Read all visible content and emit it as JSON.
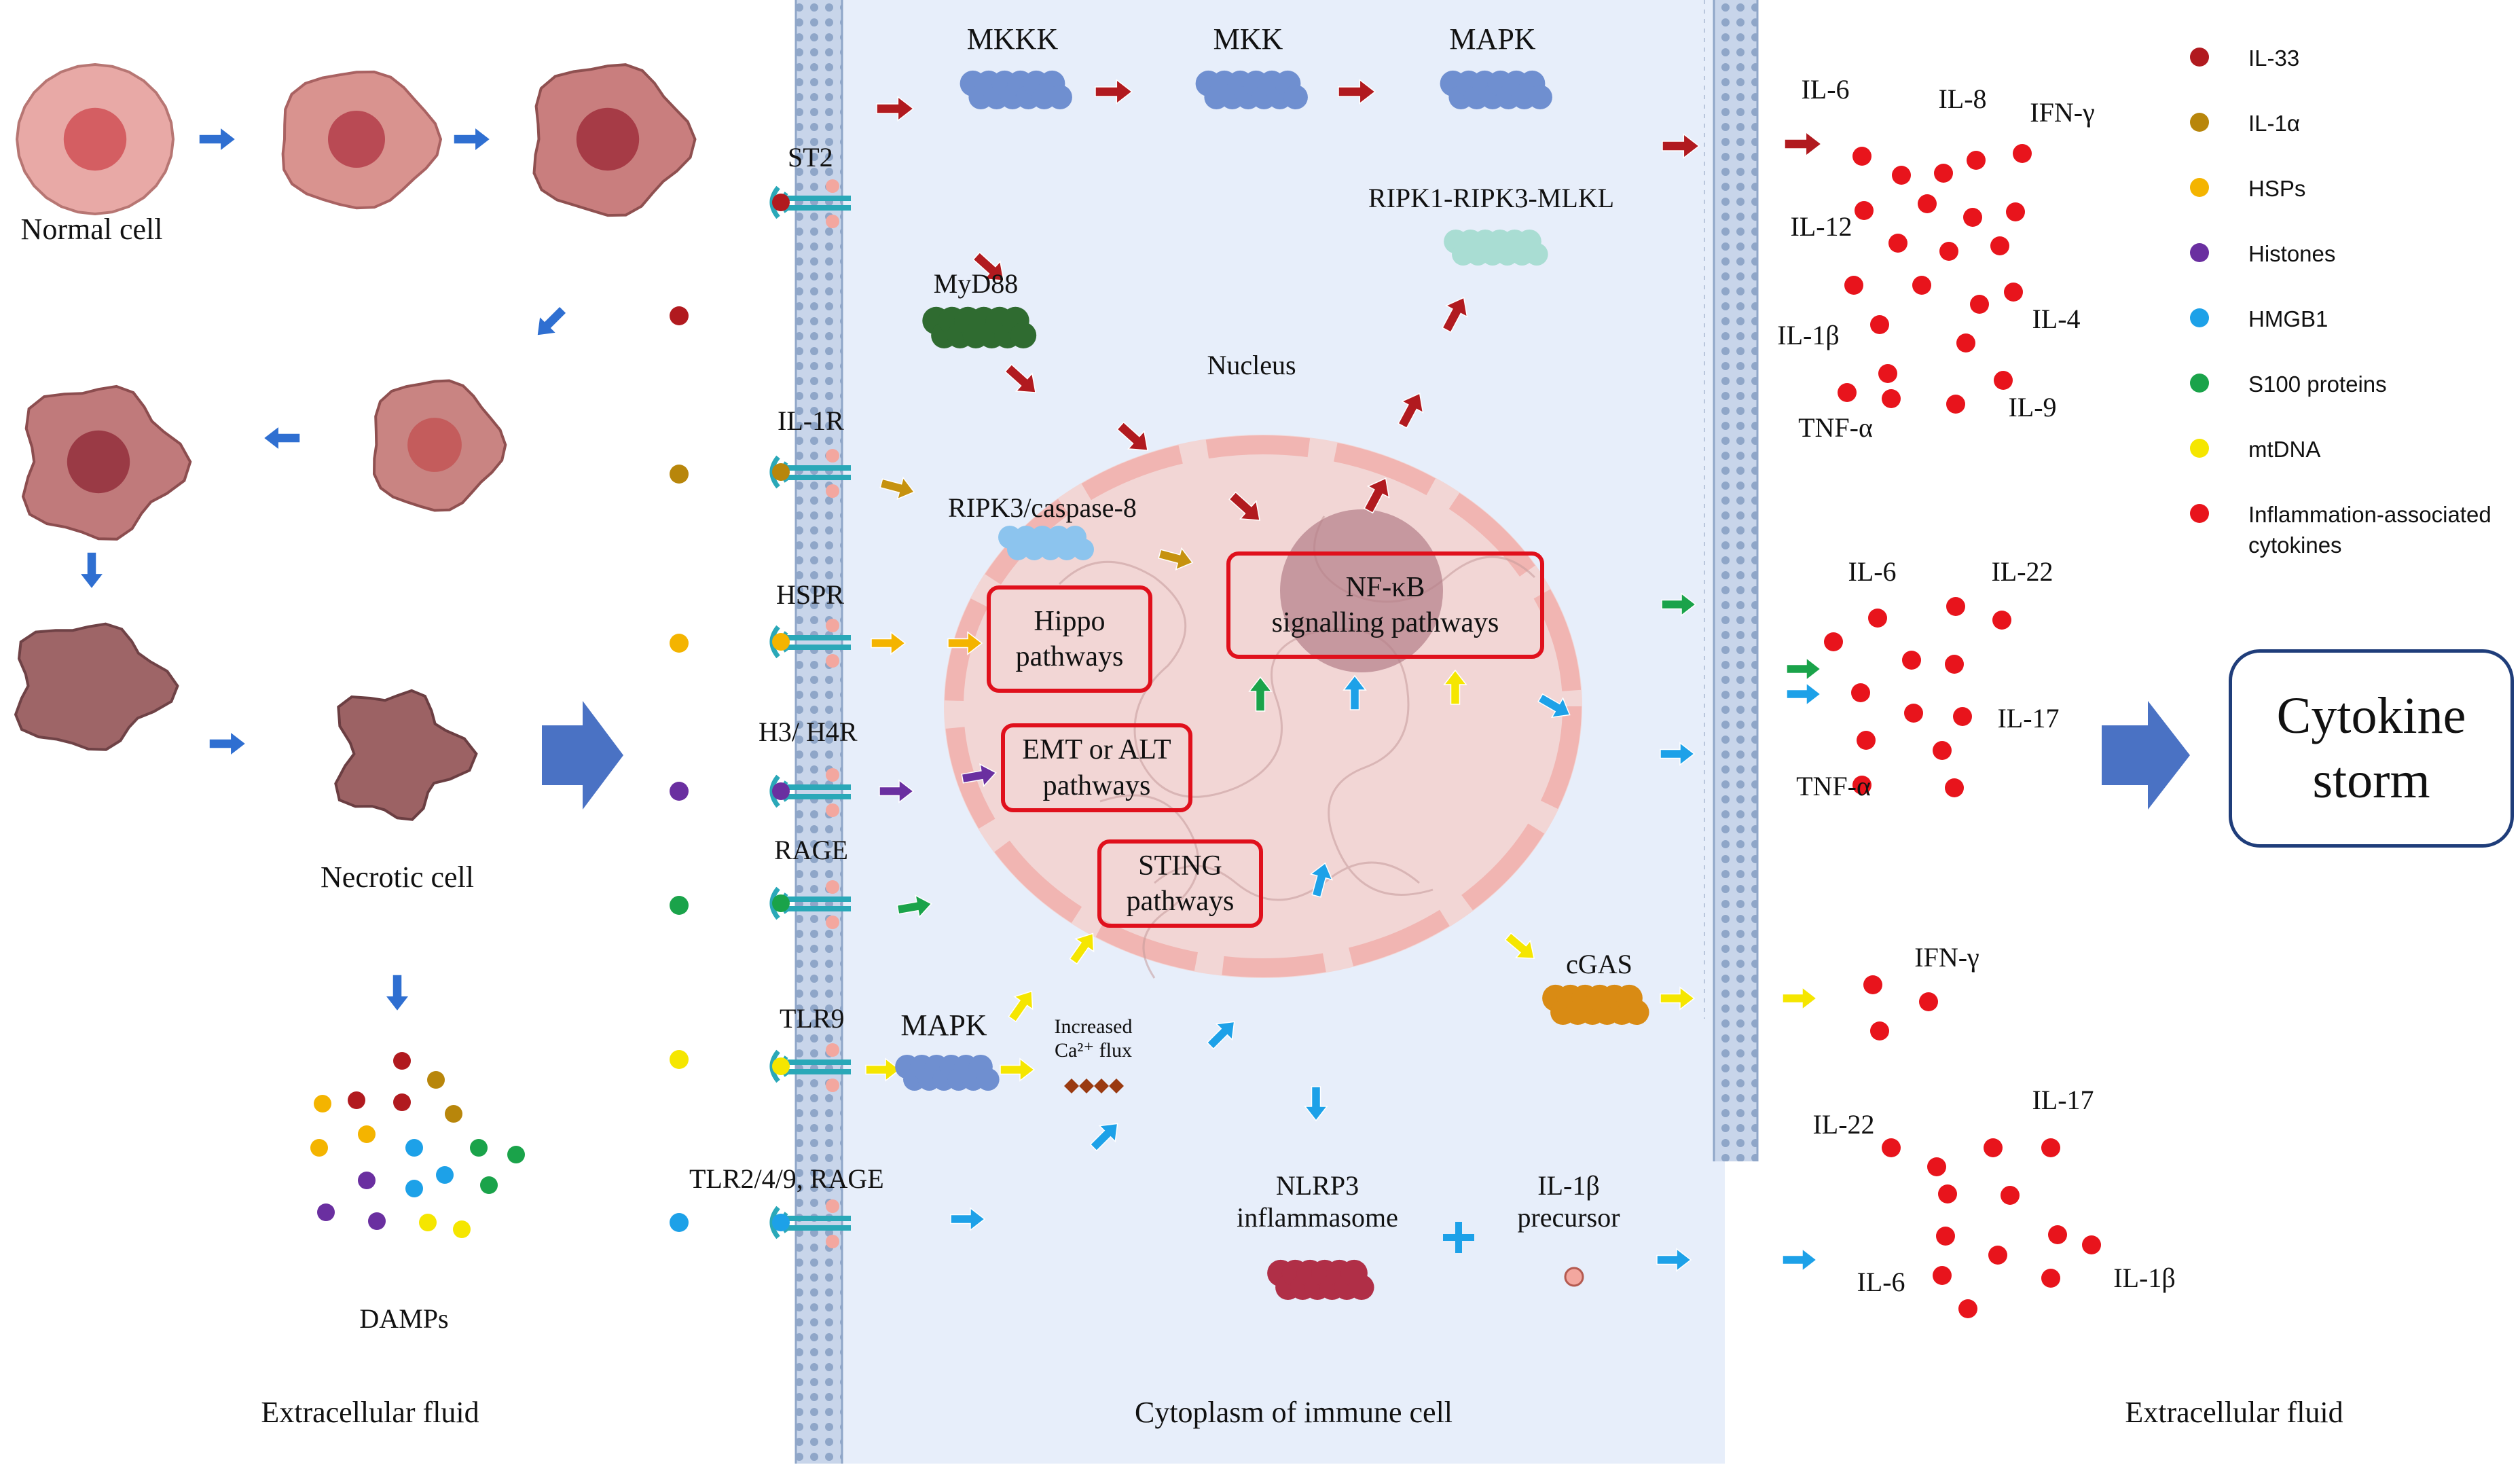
{
  "zones": {
    "left": "Extracellular fluid",
    "center": "Cytoplasm of immune cell",
    "right": "Extracellular fluid"
  },
  "cell_labels": {
    "normal": "Normal cell",
    "necrotic": "Necrotic cell",
    "damps": "DAMPs"
  },
  "receptors": [
    {
      "key": "st2",
      "label": "ST2",
      "color": "#b11a1f"
    },
    {
      "key": "il1r",
      "label": "IL-1R",
      "color": "#b8860b"
    },
    {
      "key": "hspr",
      "label": "HSPR",
      "color": "#f4b400"
    },
    {
      "key": "h3h4r",
      "label": "H3/ H4R",
      "color": "#6a2fa0"
    },
    {
      "key": "rage",
      "label": "RAGE",
      "color": "#1aa34a"
    },
    {
      "key": "tlr9",
      "label": "TLR9",
      "color": "#f5e600"
    },
    {
      "key": "tlr249",
      "label": "TLR2/4/9,   RAGE",
      "color": "#1da1e8"
    }
  ],
  "cytoplasm": {
    "mkkk": "MKKK",
    "mkk": "MKK",
    "mapk_top": "MAPK",
    "myd88": "MyD88",
    "ripk_mlkl": "RIPK1-RIPK3-MLKL",
    "nucleus": "Nucleus",
    "ripk3_casp8": "RIPK3/caspase-8",
    "mapk_low": "MAPK",
    "ca_flux": "Increased\nCa²⁺ flux",
    "cgas": "cGAS",
    "nlrp3": "NLRP3\ninflammasome",
    "il1b_precursor": "IL-1β\nprecursor"
  },
  "pathway_boxes": {
    "nfkb": "NF-κB\nsignalling pathways",
    "hippo": "Hippo\npathways",
    "emt": "EMT or ALT\npathways",
    "sting": "STING\npathways"
  },
  "cytokine_groups": {
    "g1": [
      "IL-6",
      "IL-8",
      "IFN-γ",
      "IL-12",
      "IL-1β",
      "IL-4",
      "TNF-α",
      "IL-9"
    ],
    "g2": [
      "IL-6",
      "IL-22",
      "IL-17",
      "TNF-α"
    ],
    "g3": [
      "IFN-γ"
    ],
    "g4": [
      "IL-22",
      "IL-17",
      "IL-6",
      "IL-1β"
    ]
  },
  "cytokine_storm": "Cytokine\nstorm",
  "legend": [
    {
      "label": "IL-33",
      "color": "#b11a1f"
    },
    {
      "label": "IL-1α",
      "color": "#b8860b"
    },
    {
      "label": "HSPs",
      "color": "#f4b400"
    },
    {
      "label": "Histones",
      "color": "#6a2fa0"
    },
    {
      "label": "HMGB1",
      "color": "#1da1e8"
    },
    {
      "label": "S100 proteins",
      "color": "#1aa34a"
    },
    {
      "label": "mtDNA",
      "color": "#f5e600"
    },
    {
      "label": "Inflammation-associated\ncytokines",
      "color": "#e8141c"
    }
  ],
  "colors": {
    "cytoplasm_bg": "#e7eefa",
    "membrane": "#9eb2cf",
    "nucleus_fill": "#f6c9c4",
    "cytokine_red": "#e8141c",
    "big_arrow": "#4a72c4",
    "flow_arrow": "#2f6fd1"
  }
}
